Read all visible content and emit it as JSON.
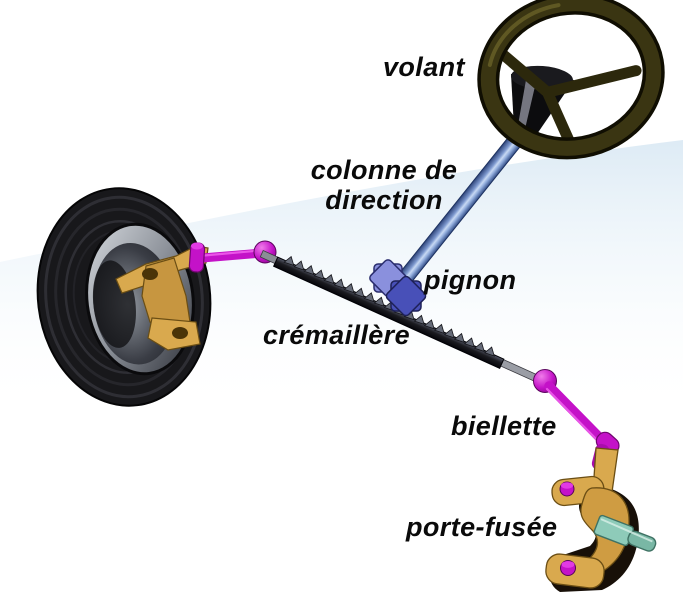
{
  "labels": {
    "volant": "volant",
    "colonne_line1": "colonne de",
    "colonne_line2": "direction",
    "pignon": "pignon",
    "cremaillere": "crémaillère",
    "biellette": "biellette",
    "porte_fusee": "porte-fusée"
  },
  "colors": {
    "background": "#ffffff",
    "horizon_tint": "#d7e7f3",
    "label_text": "#0a0a0a",
    "steering_wheel_olive": "#3a3512",
    "column_blue": "#7d98cf",
    "pinion_blue": "#4850b8",
    "pinion_blue_light": "#8a90dd",
    "rack_dark": "#1b1b20",
    "rack_teeth_grey": "#666b78",
    "tie_rod_magenta": "#c412c8",
    "knuckle_gold": "#d9a94e",
    "stub_axle_teal": "#8ecbb9",
    "tire_black": "#18181b",
    "rim_grey": "#9aa0a8"
  }
}
